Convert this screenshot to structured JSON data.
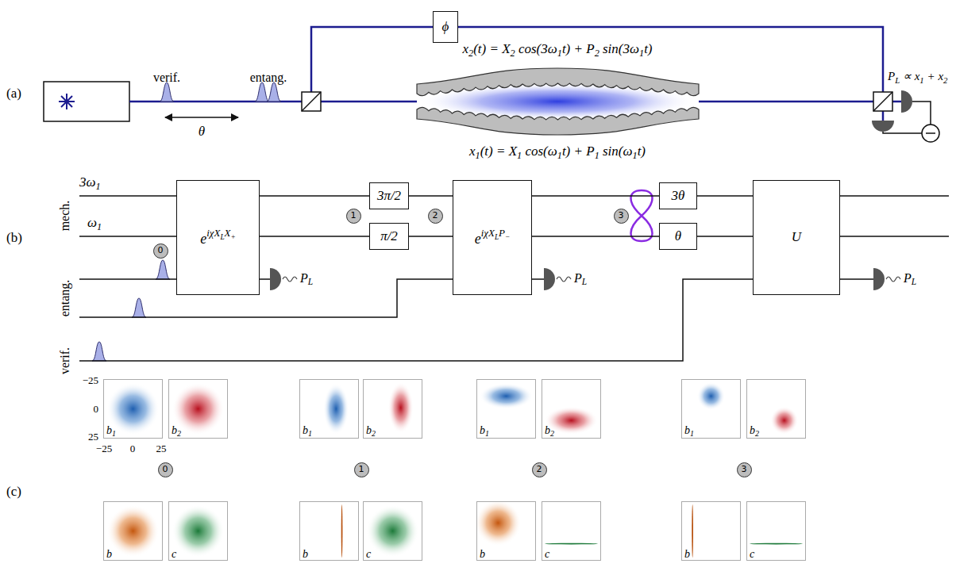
{
  "diagram": {
    "nodes": [
      {
        "text": [
          "ϕ"
        ]
      },
      {
        "text": [
          "0"
        ]
      },
      {
        "text": [
          "eiχXLX+"
        ]
      },
      {
        "text": [
          "1"
        ]
      },
      {
        "text": [
          "3π/2"
        ]
      },
      {
        "text": [
          "π/2"
        ]
      },
      {
        "text": [
          "2"
        ]
      },
      {
        "text": [
          "eiχXLP−"
        ]
      },
      {
        "text": [
          "3"
        ]
      },
      {
        "text": [
          "3θ"
        ]
      },
      {
        "text": [
          "θ"
        ]
      },
      {
        "text": [
          "U"
        ]
      },
      {
        "text": [
          "b1"
        ]
      },
      {
        "text": [
          "b2"
        ]
      },
      {
        "text": [
          "b1"
        ]
      },
      {
        "text": [
          "b2"
        ]
      },
      {
        "text": [
          "b1"
        ]
      },
      {
        "text": [
          "b2"
        ]
      },
      {
        "text": [
          "b1"
        ]
      },
      {
        "text": [
          "b2"
        ]
      },
      {
        "text": [
          "0"
        ]
      },
      {
        "text": [
          "1"
        ]
      },
      {
        "text": [
          "2"
        ]
      },
      {
        "text": [
          "3"
        ]
      },
      {
        "text": [
          "b"
        ]
      },
      {
        "text": [
          "c"
        ]
      },
      {
        "text": [
          "b"
        ]
      },
      {
        "text": [
          "c"
        ]
      },
      {
        "text": [
          "b"
        ]
      },
      {
        "text": [
          "c"
        ]
      },
      {
        "text": [
          "b"
        ]
      },
      {
        "text": [
          "c"
        ]
      }
    ],
    "edges": [
      {
        "from": 2,
        "to": 4,
        "arrow": "none"
      },
      {
        "from": 2,
        "to": 5,
        "arrow": "none"
      },
      {
        "from": 4,
        "to": 7,
        "arrow": "none"
      },
      {
        "from": 5,
        "to": 7,
        "arrow": "none"
      },
      {
        "from": 7,
        "to": 9,
        "arrow": "none"
      },
      {
        "from": 7,
        "to": 10,
        "arrow": "none"
      },
      {
        "from": 9,
        "to": 11,
        "arrow": "none"
      },
      {
        "from": 10,
        "to": 11,
        "arrow": "none"
      }
    ],
    "labels": [
      "(a)",
      "verif.",
      "entang.",
      "θ",
      "x2(t) = X2 cos(3ω1t) + P2 sin(3ω1t)",
      "x1(t) = X1 cos(ω1t) + P1 sin(ω1t)",
      "PL ∝ x1 + x2",
      "(b)",
      "3ω1",
      "ω1",
      "mech.",
      "entang.",
      "verif.",
      "PL",
      "PL",
      "PL",
      "(c)",
      "−25",
      "0",
      "25",
      "−25",
      "0",
      "25"
    ]
  }
}
